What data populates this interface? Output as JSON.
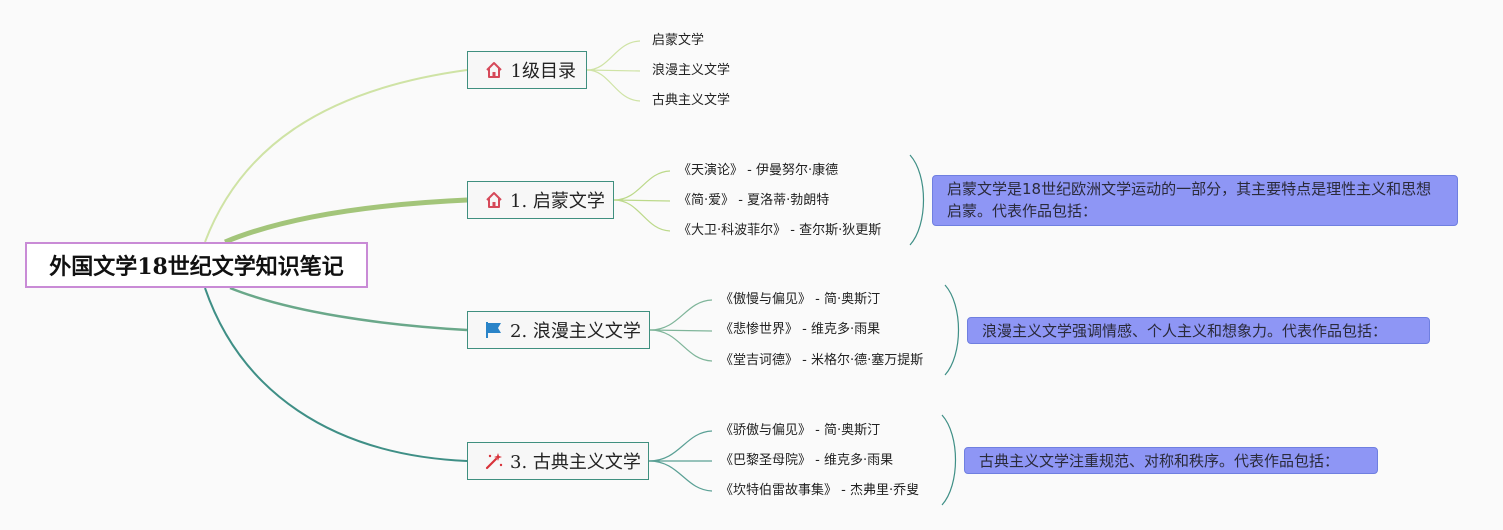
{
  "root": {
    "title": "外国文学18世纪文学知识笔记"
  },
  "colors": {
    "branch_light": "#cfe3a5",
    "branch_mid": "#a3c57a",
    "branch_teal1": "#6aa88a",
    "branch_teal2": "#3f8f86",
    "note_bg": "#8e96f5",
    "node_border": "#3f8f7f"
  },
  "branches": [
    {
      "label": "1级目录",
      "icon": "home-icon",
      "children": [
        "启蒙文学",
        "浪漫主义文学",
        "古典主义文学"
      ]
    },
    {
      "label": "1. 启蒙文学",
      "icon": "home-icon",
      "children": [
        "《天演论》 - 伊曼努尔·康德",
        "《简·爱》 - 夏洛蒂·勃朗特",
        "《大卫·科波菲尔》 - 查尔斯·狄更斯"
      ],
      "note": "启蒙文学是18世纪欧洲文学运动的一部分，其主要特点是理性主义和思想启蒙。代表作品包括："
    },
    {
      "label": "2. 浪漫主义文学",
      "icon": "flag-icon",
      "children": [
        "《傲慢与偏见》 - 简·奥斯汀",
        "《悲惨世界》 - 维克多·雨果",
        "《堂吉诃德》 - 米格尔·德·塞万提斯"
      ],
      "note": "浪漫主义文学强调情感、个人主义和想象力。代表作品包括："
    },
    {
      "label": "3. 古典主义文学",
      "icon": "magic-wand-icon",
      "children": [
        "《骄傲与偏见》 - 简·奥斯汀",
        "《巴黎圣母院》 - 维克多·雨果",
        "《坎特伯雷故事集》 - 杰弗里·乔叟"
      ],
      "note": "古典主义文学注重规范、对称和秩序。代表作品包括："
    }
  ]
}
